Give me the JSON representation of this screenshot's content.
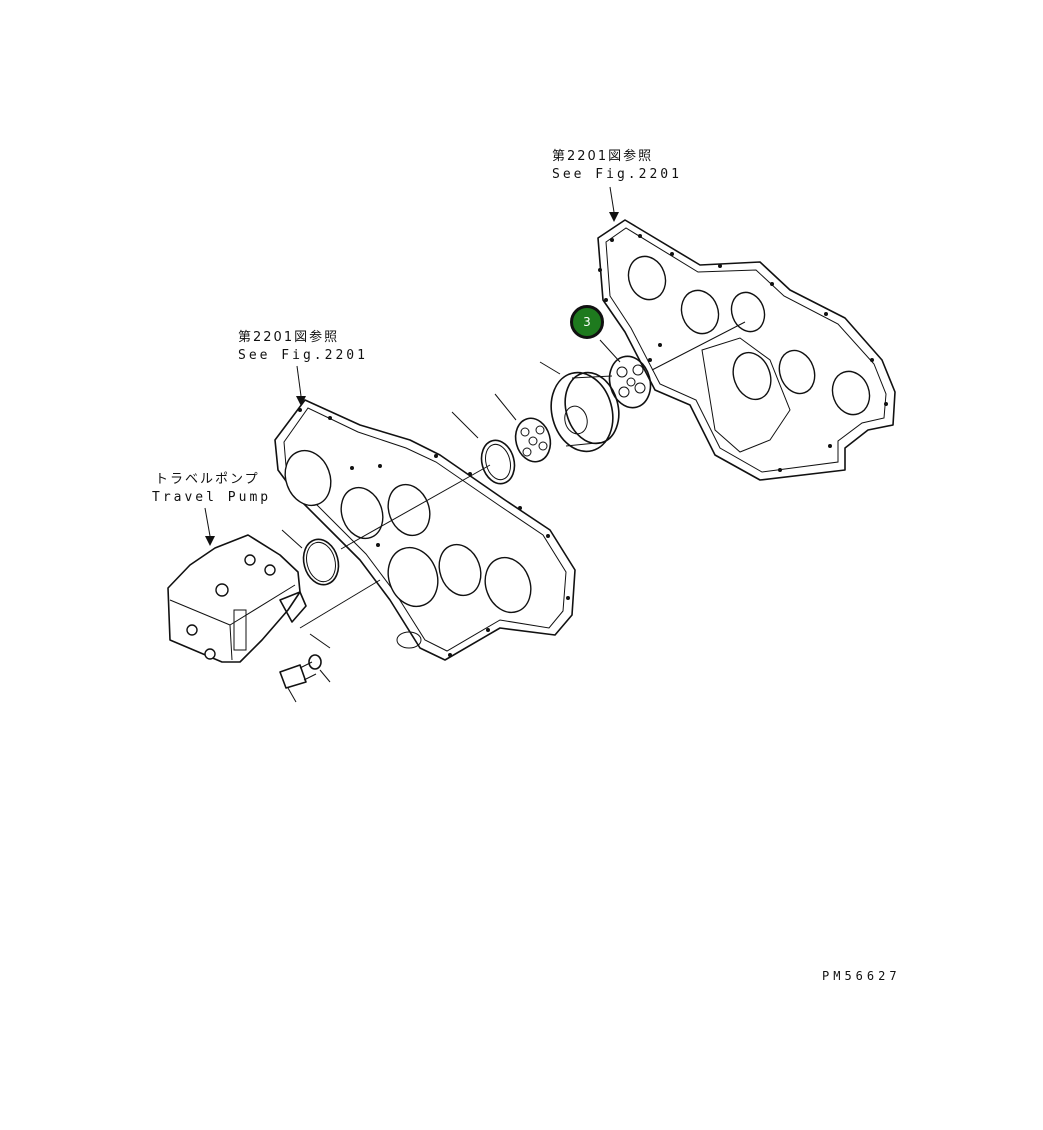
{
  "references": {
    "upper_right": {
      "jp": "第2201図参照",
      "en": "See Fig.2201"
    },
    "middle_left": {
      "jp": "第2201図参照",
      "en": "See Fig.2201"
    },
    "travel_pump": {
      "jp": "トラベルポンプ",
      "en": "Travel Pump"
    }
  },
  "callout": {
    "number": "3",
    "color": "#1e7a1e"
  },
  "drawing_code": "PM56627"
}
